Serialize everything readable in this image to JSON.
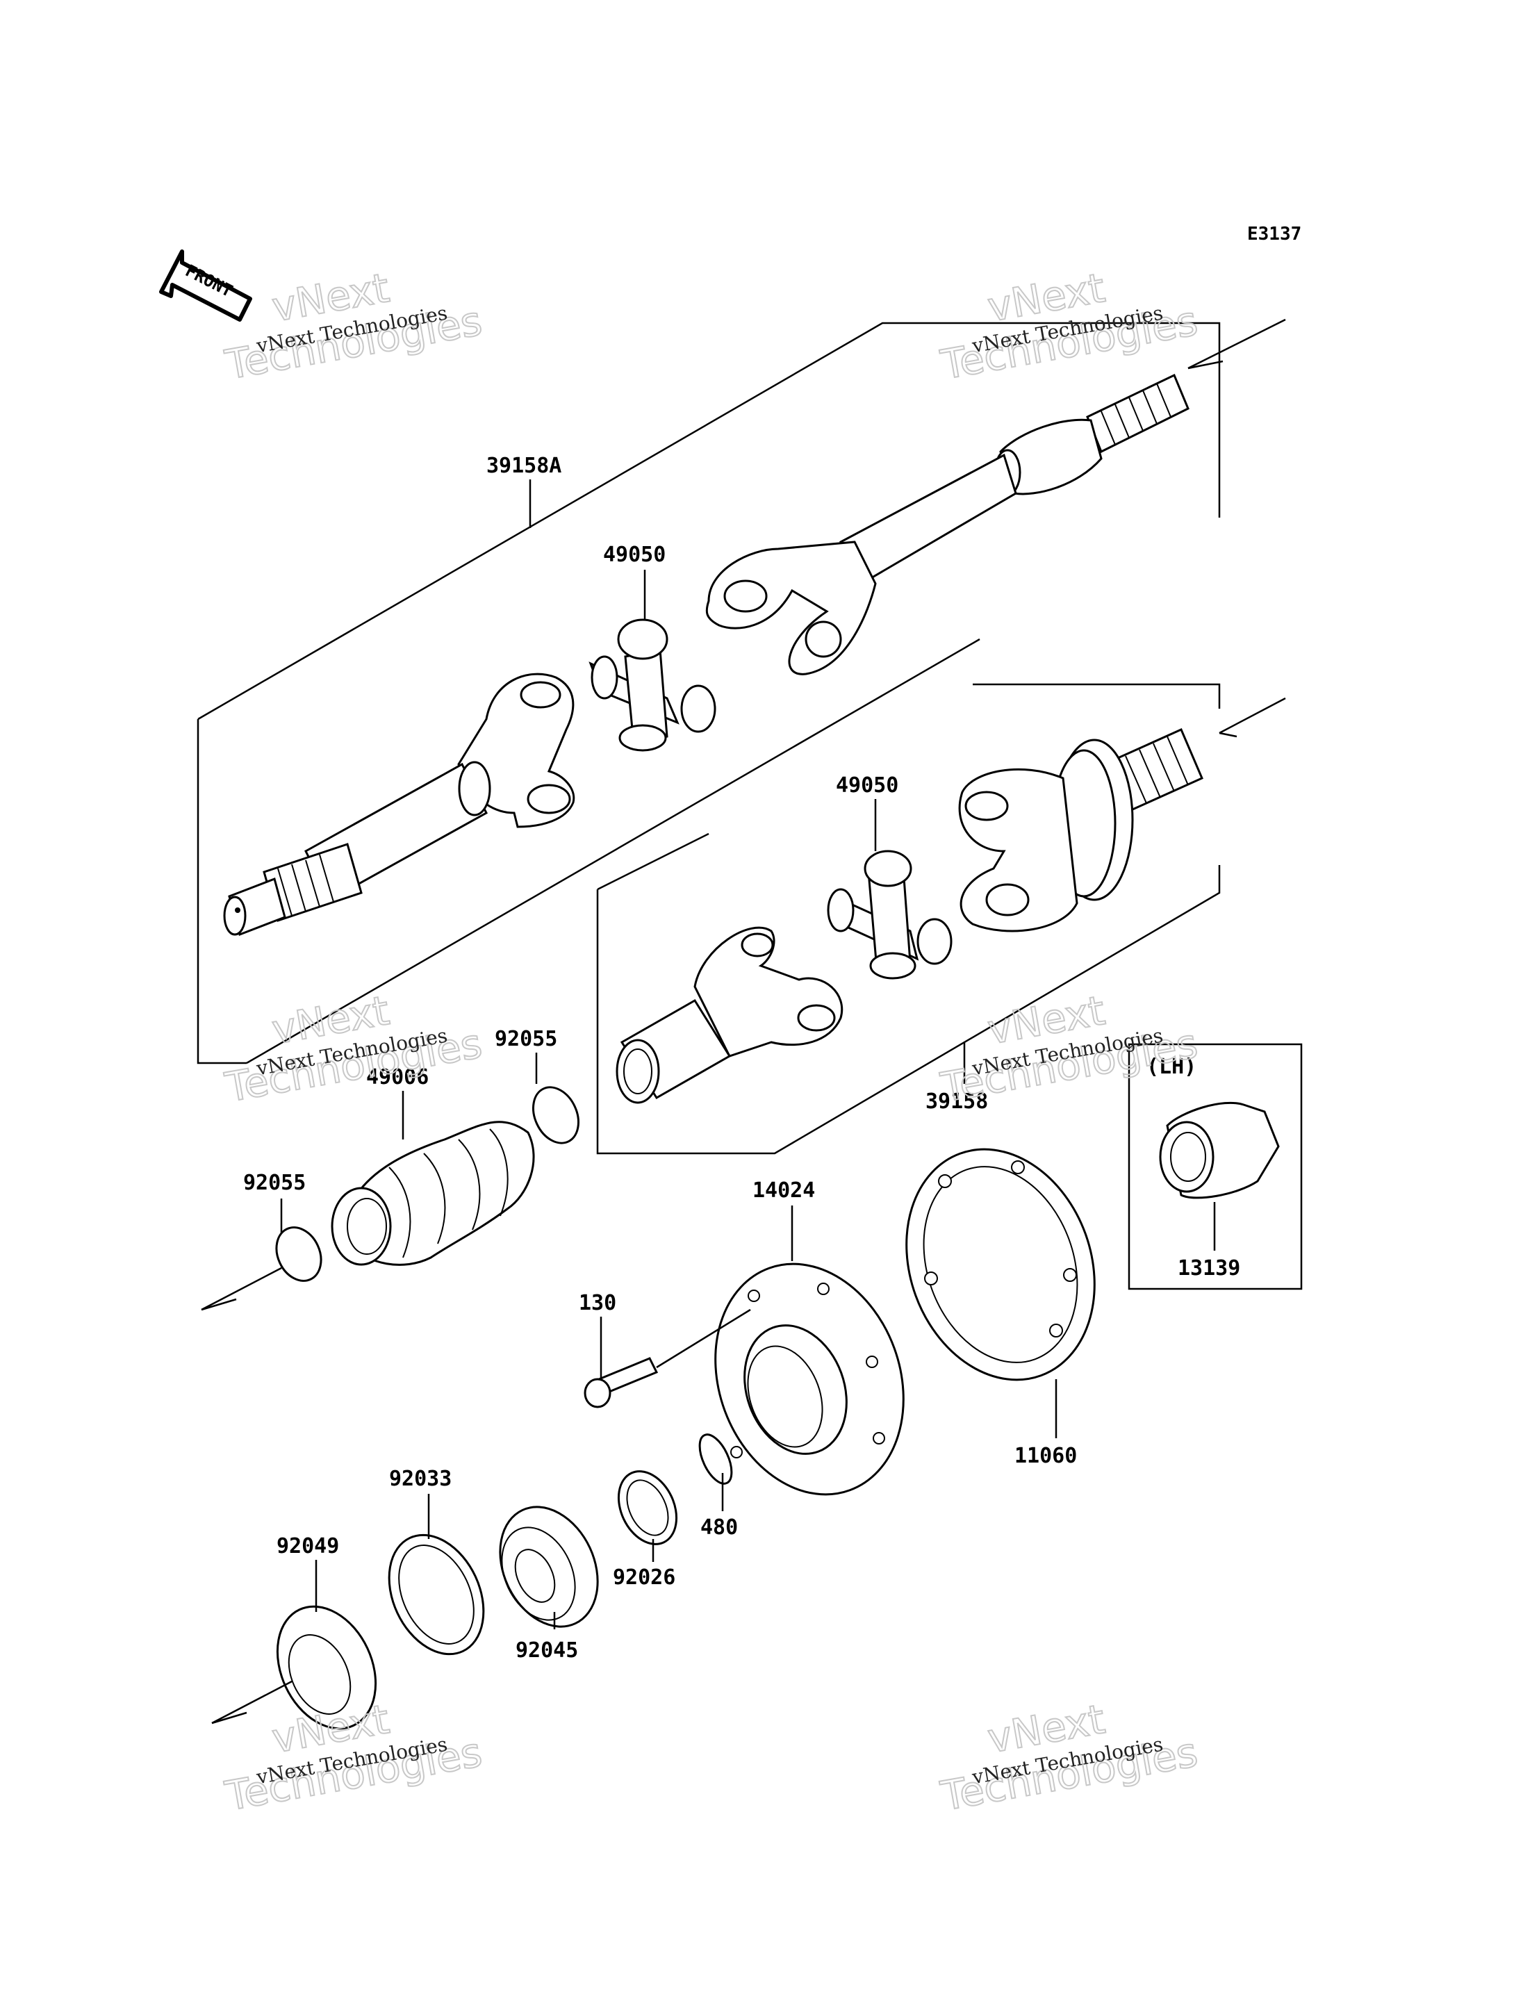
{
  "diagram_code": "E3137",
  "front_label": "FRONT",
  "watermark": {
    "small": "vNext Technologies",
    "big_line1": "vNext",
    "big_line2": "Technologies"
  },
  "labels": {
    "p39158A": "39158A",
    "p49050_upper": "49050",
    "p49050_lower": "49050",
    "p92055_upper": "92055",
    "p49006": "49006",
    "p39158": "39158",
    "pLH": "(LH)",
    "p92055_lower": "92055",
    "p14024": "14024",
    "p13139": "13139",
    "p130": "130",
    "p11060": "11060",
    "p92033": "92033",
    "p480": "480",
    "p92049": "92049",
    "p92026": "92026",
    "p92045": "92045"
  }
}
